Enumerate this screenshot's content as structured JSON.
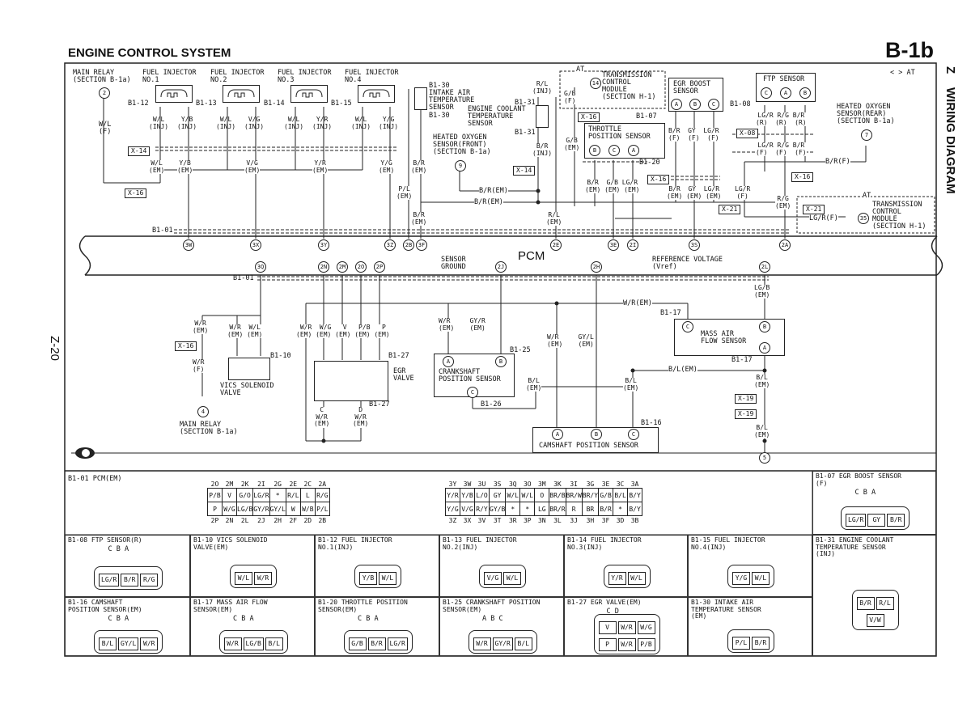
{
  "header": {
    "title": "ENGINE CONTROL SYSTEM",
    "code": "B-1b",
    "side_label": "WIRING DIAGRAM",
    "side_letter": "Z",
    "page_number": "Z-20",
    "at_mark": "< > AT"
  },
  "components": {
    "main_relay_top": "MAIN RELAY\n(SECTION B-1a)",
    "fuel_injector_1": "FUEL INJECTOR\nNO.1",
    "fuel_injector_2": "FUEL INJECTOR\nNO.2",
    "fuel_injector_3": "FUEL INJECTOR\nNO.3",
    "fuel_injector_4": "FUEL INJECTOR\nNO.4",
    "iat": "INTAKE AIR\nTEMPERATURE\nSENSOR",
    "ect": "ENGINE COOLANT\nTEMPERATURE\nSENSOR",
    "ho2s_front": "HEATED OXYGEN\nSENSOR(FRONT)\n(SECTION B-1a)",
    "tcm_top": "TRANSMISSION\nCONTROL\nMODULE\n(SECTION H-1)",
    "at_label": "AT",
    "tp": "THROTTLE\nPOSITION SENSOR",
    "egr_boost": "EGR BOOST\nSENSOR",
    "ftp": "FTP SENSOR",
    "ho2s_rear": "HEATED OXYGEN\nSENSOR(REAR)\n(SECTION B-1a)",
    "tcm_right": "TRANSMISSION\nCONTROL\nMODULE\n(SECTION H-1)",
    "pcm": "PCM",
    "sensor_ground": "SENSOR\nGROUND",
    "reference_voltage": "REFERENCE VOLTAGE\n(Vref)",
    "vics": "VICS SOLENOID\nVALVE",
    "egr_valve": "EGR\nVALVE",
    "ckp": "CRANKSHAFT\nPOSITION SENSOR",
    "cmp": "CAMSHAFT POSITION SENSOR",
    "maf": "MASS AIR\nFLOW SENSOR",
    "main_relay_bottom": "MAIN RELAY\n(SECTION B-1a)"
  },
  "wires_top": [
    "W/L\n(INJ)",
    "Y/B\n(INJ)",
    "W/L\n(INJ)",
    "V/G\n(INJ)",
    "W/L\n(INJ)",
    "Y/R\n(INJ)",
    "W/L\n(INJ)",
    "Y/G\n(INJ)"
  ],
  "wires_em": [
    "W/L\n(EM)",
    "Y/B\n(EM)",
    "V/G\n(EM)",
    "Y/R\n(EM)",
    "Y/G\n(EM)"
  ],
  "wire_misc": {
    "wl_f": "W/L\n(F)",
    "rl_inj": "R/L\n(INJ)",
    "gb_f": "G/B\n(F)",
    "gb_em": "G/B\n(EM)",
    "br_inj": "B/R\n(INJ)",
    "br_em_a": "B/R\n(EM)",
    "br_em_line": "B/R(EM)",
    "br_em_line2": "B/R(EM)",
    "pl_em": "P/L\n(EM)",
    "rl_em": "R/L\n(EM)",
    "br_em_b": "B/R\n(EM)",
    "br_f": "B/R(F)",
    "rg_em": "R/G\n(EM)",
    "lgr_f": "LG/R(F)",
    "lgr_f2": "LG/R\n(F)",
    "ftp_wires": "LG/R R/G B/R\n(R)  (R)  (R)",
    "ftp_wires_f": "LG/R R/G B/R\n(F)  (F)  (F)",
    "egr_wires_f": "B/R  GY  LG/R\n(F)  (F)  (F)",
    "egr_wires_em": "B/R  GY  LG/R\n(EM) (EM) (EM)",
    "tp_wires": "B/R  G/B LG/R\n(EM) (EM) (EM)",
    "wr_em": "W/R\n(EM)",
    "wr_f": "W/R\n(F)",
    "vics_wires": "W/R  W/L\n(EM) (EM)",
    "egr_wires": "W/R  W/G   V   P/B   P\n(EM) (EM) (EM) (EM) (EM)",
    "ckp_wires": "W/R     GY/R\n(EM)    (EM)",
    "cmp_wires": "W/R     GY/L\n(EM)    (EM)",
    "wr_em_line": "W/R(EM)",
    "lgb_em": "LG/B\n(EM)",
    "bl_em": "B/L(EM)",
    "bl_em_b": "B/L\n(EM)",
    "bl_em_c": "B/L\n(EM)",
    "bl_em_d": "B/L\n(EM)",
    "egr_c_wr": "C\nW/R\n(EM)",
    "egr_d_wr": "D\nW/R\n(EM)"
  },
  "connector_refs": {
    "b1_12": "B1-12",
    "b1_13": "B1-13",
    "b1_14": "B1-14",
    "b1_15": "B1-15",
    "b1_30a": "B1-30",
    "b1_30b": "B1-30",
    "b1_31a": "B1-31",
    "b1_31b": "B1-31",
    "b1_07": "B1-07",
    "b1_08": "B1-08",
    "b1_20": "B1-20",
    "b1_01a": "B1-01",
    "b1_01b": "B1-01",
    "b1_10": "B1-10",
    "b1_27a": "B1-27",
    "b1_27b": "B1-27",
    "b1_25": "B1-25",
    "b1_26": "B1-26",
    "b1_16": "B1-16",
    "b1_17a": "B1-17",
    "b1_17b": "B1-17"
  },
  "x_tags": [
    "X-14",
    "X-16",
    "X-16",
    "X-14",
    "X-16",
    "X-08",
    "X-16",
    "X-21",
    "X-21",
    "X-16",
    "X-19",
    "X-19"
  ],
  "pcm_pins_top": [
    "3W",
    "3X",
    "3Y",
    "3Z",
    "2B",
    "3F",
    "2E",
    "3E",
    "2I",
    "3S",
    "2A"
  ],
  "pcm_pins_bottom": [
    "3Q",
    "2N",
    "2M",
    "2O",
    "2P",
    "2J",
    "2H",
    "2L"
  ],
  "pin_marks": {
    "2": "2",
    "9": "9",
    "14": "14",
    "7": "7",
    "35": "35",
    "4": "4",
    "5": "5"
  },
  "legend": {
    "pcm_title": "B1-01 PCM(EM)",
    "pcm_left": {
      "top_nums": [
        "2O",
        "2M",
        "2K",
        "2I",
        "2G",
        "2E",
        "2C",
        "2A"
      ],
      "row1": [
        "P/B",
        "V",
        "G/O",
        "LG/R",
        "*",
        "R/L",
        "L",
        "R/G"
      ],
      "row2": [
        "P",
        "W/G",
        "LG/B",
        "GY/R",
        "GY/L",
        "W",
        "W/B",
        "P/L"
      ],
      "bot_nums": [
        "2P",
        "2N",
        "2L",
        "2J",
        "2H",
        "2F",
        "2D",
        "2B"
      ]
    },
    "pcm_right": {
      "top_nums": [
        "3Y",
        "3W",
        "3U",
        "3S",
        "3Q",
        "3O",
        "3M",
        "3K",
        "3I",
        "3G",
        "3E",
        "3C",
        "3A"
      ],
      "row1": [
        "Y/R",
        "Y/B",
        "L/O",
        "GY",
        "W/L",
        "W/L",
        "O",
        "BR/B",
        "BR/W",
        "BR/Y",
        "G/B",
        "B/L",
        "B/Y"
      ],
      "row2": [
        "Y/G",
        "V/G",
        "R/Y",
        "GY/B",
        "*",
        "*",
        "LG",
        "BR/R",
        "R",
        "BR",
        "B/R",
        "*",
        "B/Y"
      ],
      "bot_nums": [
        "3Z",
        "3X",
        "3V",
        "3T",
        "3R",
        "3P",
        "3N",
        "3L",
        "3J",
        "3H",
        "3F",
        "3D",
        "3B"
      ]
    },
    "panels": [
      {
        "title": "B1-07 EGR BOOST SENSOR\n(F)",
        "pins": "C  B  A",
        "cells": [
          "LG/R",
          "GY",
          "B/R"
        ]
      },
      {
        "title": "B1-08 FTP SENSOR(R)",
        "pins": "C  B  A",
        "cells": [
          "LG/R",
          "B/R",
          "R/G"
        ]
      },
      {
        "title": "B1-10 VICS SOLENOID\nVALVE(EM)",
        "pins": "",
        "cells": [
          "W/L",
          "W/R"
        ]
      },
      {
        "title": "B1-12 FUEL INJECTOR\nNO.1(INJ)",
        "pins": "",
        "cells": [
          "Y/B",
          "W/L"
        ]
      },
      {
        "title": "B1-13 FUEL INJECTOR\nNO.2(INJ)",
        "pins": "",
        "cells": [
          "V/G",
          "W/L"
        ]
      },
      {
        "title": "B1-14 FUEL INJECTOR\nNO.3(INJ)",
        "pins": "",
        "cells": [
          "Y/R",
          "W/L"
        ]
      },
      {
        "title": "B1-15 FUEL INJECTOR\nNO.4(INJ)",
        "pins": "",
        "cells": [
          "Y/G",
          "W/L"
        ]
      },
      {
        "title": "B1-31 ENGINE COOLANT\nTEMPERATURE SENSOR\n(INJ)",
        "pins": "",
        "cells": [
          "B/R",
          "R/L",
          "V/W"
        ]
      },
      {
        "title": "B1-16 CAMSHAFT\nPOSITION SENSOR(EM)",
        "pins": "C  B  A",
        "cells": [
          "B/L",
          "GY/L",
          "W/R"
        ]
      },
      {
        "title": "B1-17 MASS AIR FLOW\nSENSOR(EM)",
        "pins": "C  B  A",
        "cells": [
          "W/R",
          "LG/B",
          "B/L"
        ]
      },
      {
        "title": "B1-20 THROTTLE POSITION\nSENSOR(EM)",
        "pins": "C  B  A",
        "cells": [
          "G/B",
          "B/R",
          "LG/R"
        ]
      },
      {
        "title": "B1-25 CRANKSHAFT POSITION\nSENSOR(EM)",
        "pins": "A  B  C",
        "cells": [
          "W/R",
          "GY/R",
          "B/L"
        ]
      },
      {
        "title": "B1-27 EGR VALVE(EM)",
        "pins": "C  D",
        "cells": [
          "V",
          "W/R",
          "W/G",
          "P",
          "W/R",
          "P/B"
        ]
      },
      {
        "title": "B1-30 INTAKE AIR\nTEMPERATURE SENSOR\n(EM)",
        "pins": "",
        "cells": [
          "P/L",
          "B/R"
        ]
      }
    ]
  }
}
